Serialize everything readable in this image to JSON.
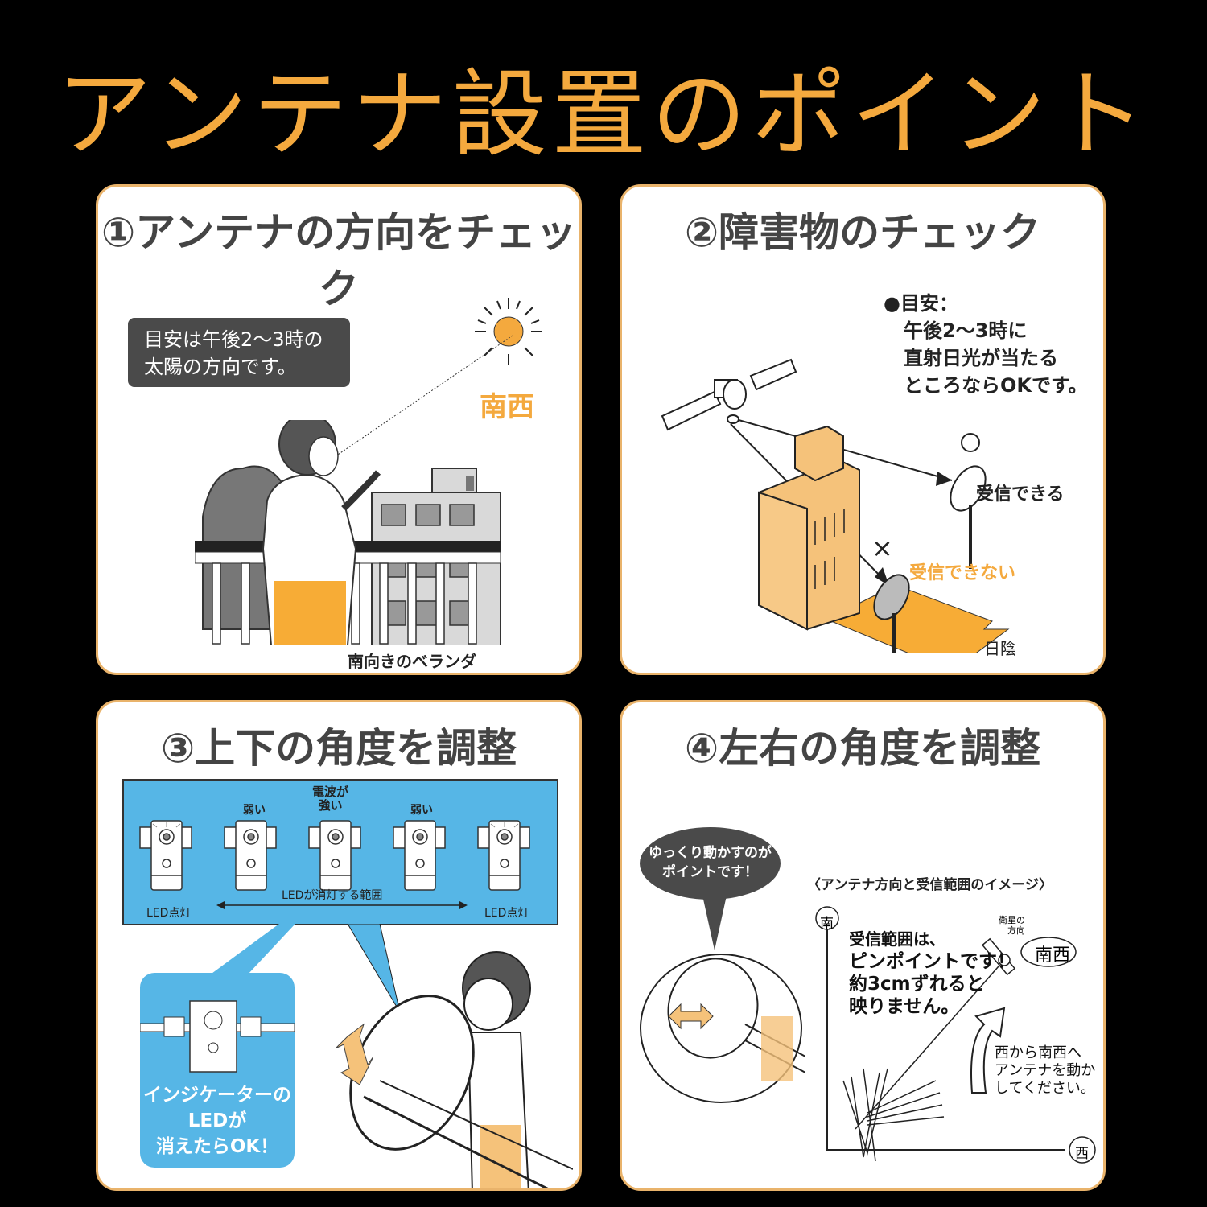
{
  "page": {
    "title": "アンテナ設置のポイント",
    "background_color": "#000000",
    "accent_color": "#f4a93e",
    "panel_border_color": "#e9b36b"
  },
  "panels": [
    {
      "title": "①アンテナの方向をチェック",
      "note_box": [
        "目安は午後2〜3時の",
        "太陽の方向です。"
      ],
      "direction_label": "南西",
      "caption": "南向きのベランダ"
    },
    {
      "title": "②障害物のチェック",
      "note": [
        "●目安：",
        "午後2〜3時に",
        "直射日光が当たる",
        "ところならOKです。"
      ],
      "ok_label": "受信できる",
      "ng_label": "受信できない",
      "ok_mark": "○",
      "ng_mark": "×",
      "shade_label": "日陰"
    },
    {
      "title": "③上下の角度を調整",
      "indicator_labels": [
        "",
        "弱い",
        "電波が強い",
        "弱い",
        ""
      ],
      "strong_label_line1": "電波が",
      "strong_label_line2": "強い",
      "weak_label": "弱い",
      "led_on_label": "LED点灯",
      "range_label": "LEDが消灯する範囲",
      "callout": [
        "インジケーターの",
        "LEDが",
        "消えたらOK！"
      ],
      "blue_color": "#56b6e6"
    },
    {
      "title": "④左右の角度を調整",
      "speech_bubble": [
        "ゆっくり動かすのが",
        "ポイントです！"
      ],
      "diagram_title": "〈アンテナ方向と受信範囲のイメージ〉",
      "south_label": "南",
      "west_label": "西",
      "southwest_label": "南西",
      "satellite_label": [
        "衛星の",
        "方向"
      ],
      "range_note": [
        "受信範囲は、",
        "ピンポイントです！",
        "約3cmずれると",
        "映りません。"
      ],
      "move_note": [
        "西から南西へ",
        "アンテナを動か",
        "してください。"
      ]
    }
  ]
}
